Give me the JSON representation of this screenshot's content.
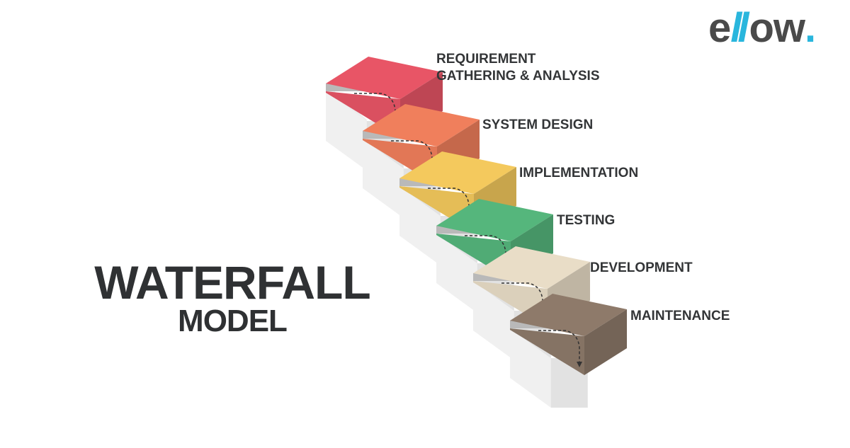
{
  "logo": {
    "part1": "e",
    "part2": "ll",
    "part3": "ow",
    "part4": "."
  },
  "title": {
    "main": "WATERFALL",
    "sub": "MODEL"
  },
  "steps": [
    {
      "line1": "REQUIREMENT",
      "line2": "GATHERING & ANALYSIS",
      "color": "#e85566"
    },
    {
      "line1": "SYSTEM DESIGN",
      "line2": "",
      "color": "#f07f5c"
    },
    {
      "line1": "IMPLEMENTATION",
      "line2": "",
      "color": "#f4c95d"
    },
    {
      "line1": "TESTING",
      "line2": "",
      "color": "#55b67c"
    },
    {
      "line1": "DEVELOPMENT",
      "line2": "",
      "color": "#e9ddc7"
    },
    {
      "line1": "MAINTENANCE",
      "line2": "",
      "color": "#8e7a6a"
    }
  ],
  "colors": {
    "accent": "#29b6dd",
    "text": "#2f3133"
  }
}
